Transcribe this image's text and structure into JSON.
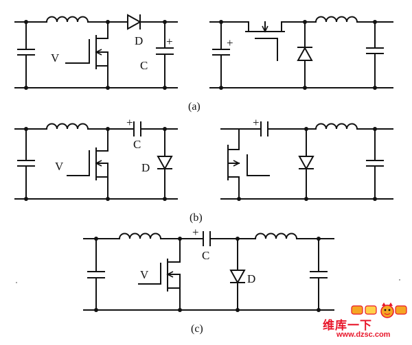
{
  "figure": {
    "panels": [
      {
        "id": "a",
        "caption": "(a)"
      },
      {
        "id": "b",
        "caption": "(b)"
      },
      {
        "id": "c",
        "caption": "(c)"
      }
    ],
    "labels": {
      "transistor": "V",
      "diode": "D",
      "capacitor": "C",
      "plus": "+"
    }
  },
  "watermark": {
    "name": "维库一下",
    "url": "www.dzsc.com",
    "colors": {
      "primary": "#e8162a",
      "accent": "#f5a623"
    }
  }
}
